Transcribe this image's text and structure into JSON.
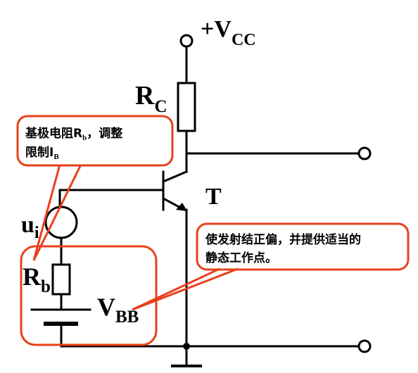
{
  "labels": {
    "vcc_main": "+V",
    "vcc_sub": "CC",
    "rc_main": "R",
    "rc_sub": "C",
    "transistor": "T",
    "ui_main": "u",
    "ui_sub": "i",
    "rb_main": "R",
    "rb_sub": "b",
    "vbb_main": "V",
    "vbb_sub": "BB"
  },
  "callouts": {
    "rb_note": {
      "line1_prefix": "基极电阻R",
      "line1_sub": "b",
      "line1_suffix": "，调整",
      "line2_prefix": "限制I",
      "line2_sub": "B"
    },
    "vbb_note": {
      "line1": "使发射结正偏，并提供适当的",
      "line2": "静态工作点。"
    }
  },
  "colors": {
    "wire": "#000000",
    "callout_border": "#e8401c",
    "callout_fill": "#ffffff"
  }
}
